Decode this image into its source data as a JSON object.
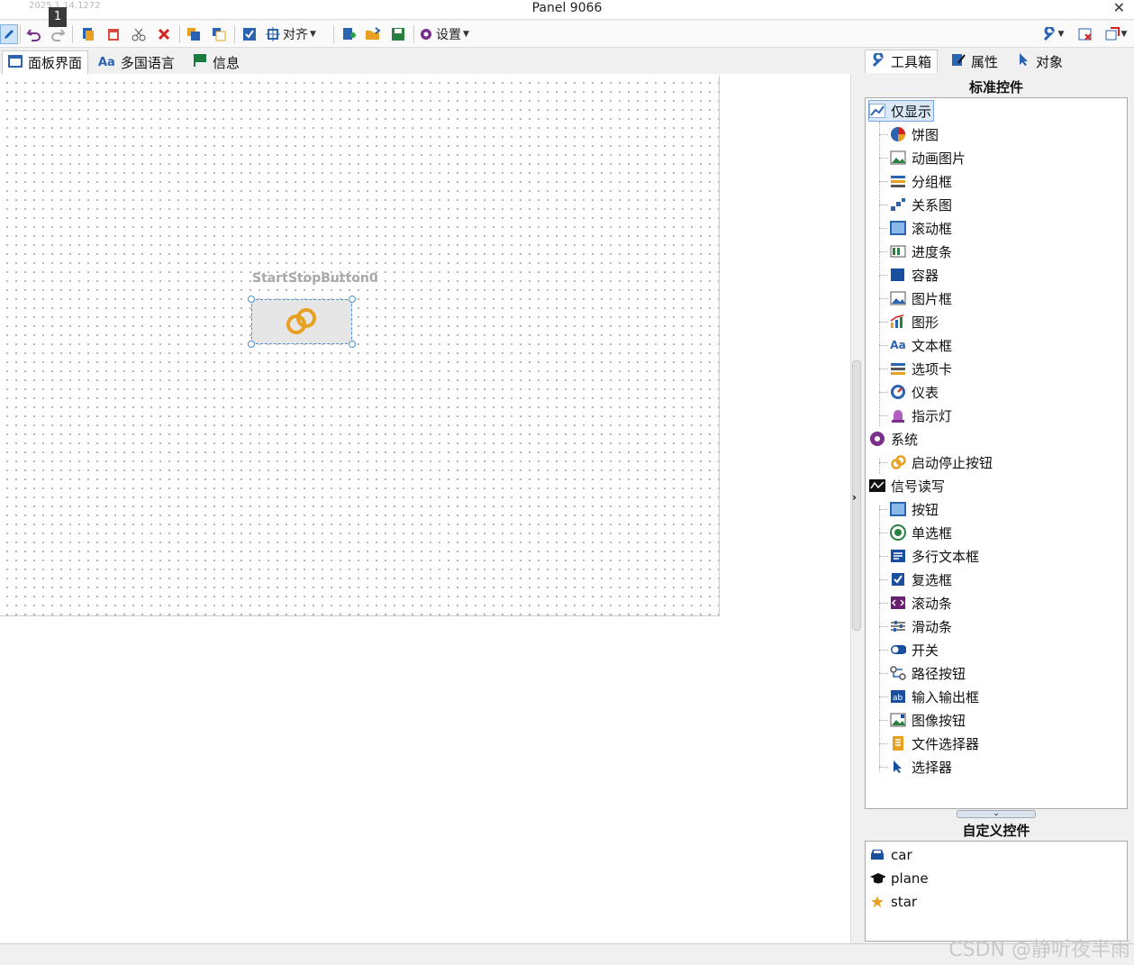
{
  "window": {
    "title": "Panel 9066",
    "faint_text": "2025.1.14.1272",
    "close_glyph": "✕",
    "tooltip": "1"
  },
  "toolbar": {
    "align_label": "对齐",
    "settings_label": "设置",
    "icons": [
      "pencil-icon",
      "undo-icon",
      "redo-icon",
      "copy-icon",
      "paste-icon",
      "cut-icon",
      "delete-icon",
      "bring-front-icon",
      "send-back-icon",
      "checkbox-icon",
      "align-icon",
      "settings-icon",
      "add-page-icon",
      "open-folder-icon",
      "save-icon",
      "wrench-icon",
      "window-close-icon",
      "window-restore-icon"
    ]
  },
  "doc_tabs": [
    {
      "label": "面板界面",
      "icon": "panel-icon"
    },
    {
      "label": "多国语言",
      "icon": "language-icon"
    },
    {
      "label": "信息",
      "icon": "info-flag-icon"
    }
  ],
  "canvas": {
    "widget_label": "StartStopButton0"
  },
  "right_tabs": [
    {
      "label": "工具箱",
      "icon": "wrench-icon"
    },
    {
      "label": "属性",
      "icon": "properties-icon"
    },
    {
      "label": "对象",
      "icon": "cursor-icon"
    }
  ],
  "standard": {
    "header": "标准控件",
    "groups": [
      {
        "label": "仅显示",
        "icon": "chart-line-icon",
        "items": [
          {
            "label": "饼图",
            "icon": "pie-chart-icon"
          },
          {
            "label": "动画图片",
            "icon": "animated-image-icon"
          },
          {
            "label": "分组框",
            "icon": "groupbox-icon"
          },
          {
            "label": "关系图",
            "icon": "relation-icon"
          },
          {
            "label": "滚动框",
            "icon": "scroll-box-icon"
          },
          {
            "label": "进度条",
            "icon": "progress-icon"
          },
          {
            "label": "容器",
            "icon": "container-icon"
          },
          {
            "label": "图片框",
            "icon": "picture-icon"
          },
          {
            "label": "图形",
            "icon": "graph-icon"
          },
          {
            "label": "文本框",
            "icon": "text-icon"
          },
          {
            "label": "选项卡",
            "icon": "tabs-icon"
          },
          {
            "label": "仪表",
            "icon": "gauge-icon"
          },
          {
            "label": "指示灯",
            "icon": "indicator-light-icon"
          }
        ]
      },
      {
        "label": "系统",
        "icon": "system-gear-icon",
        "items": [
          {
            "label": "启动停止按钮",
            "icon": "start-stop-icon"
          }
        ]
      },
      {
        "label": "信号读写",
        "icon": "signal-icon",
        "items": [
          {
            "label": "按钮",
            "icon": "button-icon"
          },
          {
            "label": "单选框",
            "icon": "radio-icon"
          },
          {
            "label": "多行文本框",
            "icon": "multiline-text-icon"
          },
          {
            "label": "复选框",
            "icon": "checkbox-icon"
          },
          {
            "label": "滚动条",
            "icon": "scrollbar-icon"
          },
          {
            "label": "滑动条",
            "icon": "slider-icon"
          },
          {
            "label": "开关",
            "icon": "switch-icon"
          },
          {
            "label": "路径按钮",
            "icon": "path-button-icon"
          },
          {
            "label": "输入输出框",
            "icon": "io-box-icon"
          },
          {
            "label": "图像按钮",
            "icon": "image-button-icon"
          },
          {
            "label": "文件选择器",
            "icon": "file-picker-icon"
          },
          {
            "label": "选择器",
            "icon": "selector-icon"
          }
        ]
      }
    ]
  },
  "custom": {
    "header": "自定义控件",
    "items": [
      {
        "label": "car",
        "icon": "car-icon"
      },
      {
        "label": "plane",
        "icon": "graduation-cap-icon"
      },
      {
        "label": "star",
        "icon": "star-icon"
      }
    ]
  },
  "watermark": "CSDN @静听夜半雨",
  "colors": {
    "accent": "#2a63b0",
    "selection": "#cde3f7",
    "widget_orange": "#e8a020"
  }
}
